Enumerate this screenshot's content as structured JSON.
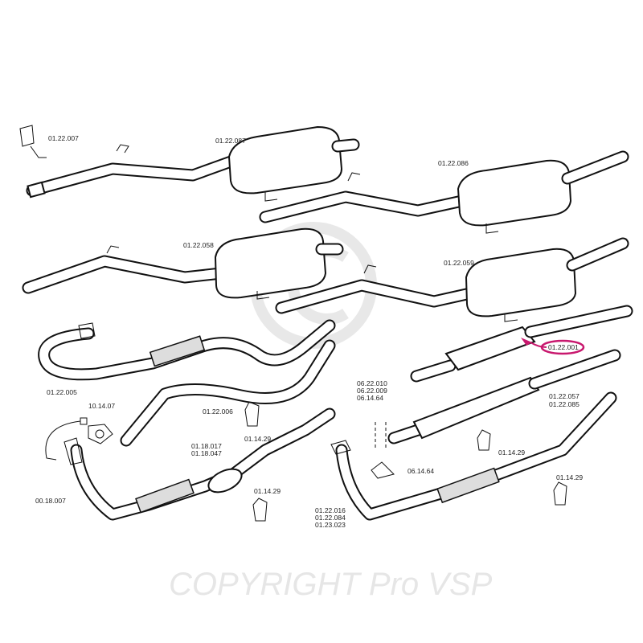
{
  "watermark": {
    "text": "COPYRIGHT Pro VSP",
    "color": "#e6e6e6"
  },
  "highlight_color": "#c8186e",
  "labels": {
    "bracket": "01.22.007",
    "rear_muffler_1": "01.22.087",
    "rear_muffler_2": "01.22.086",
    "rear_muffler_3": "01.22.058",
    "rear_muffler_4": "01.22.059",
    "center_muffler_highlighted": "01.22.001",
    "front_pipe": "01.22.005",
    "intermediate_pipe": "01.22.006",
    "gasket_front": "10.14.07",
    "clamp_a": "06.22.010",
    "clamp_b": "06.22.009",
    "clamp_c": "06.14.64",
    "clamp_bracket": "06.14.64",
    "center_pipe_a": "01.22.057",
    "center_pipe_b": "01.22.085",
    "gasket_1": "01.14.29",
    "gasket_2": "01.14.29",
    "gasket_3": "01.14.29",
    "gasket_4": "01.14.29",
    "catalyst_a": "01.18.017",
    "catalyst_b": "01.18.047",
    "lambda_sensor": "00.18.007",
    "downpipe_a": "01.22.016",
    "downpipe_b": "01.22.084",
    "downpipe_c": "01.23.023"
  }
}
